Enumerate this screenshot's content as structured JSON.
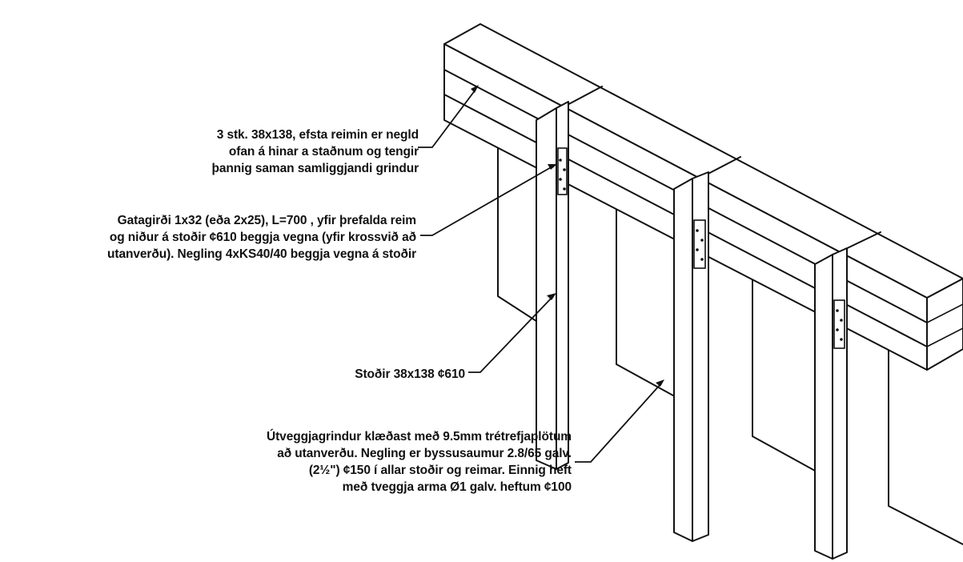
{
  "labels": {
    "top_plates": {
      "line1": "3 stk. 38x138, efsta reimin er negld",
      "line2": "ofan á hinar a staðnum og tengir",
      "line3": "þannig saman samliggjandi grindur"
    },
    "gusset": {
      "line1": "Gatagirði 1x32 (eða 2x25), L=700 , yfir þrefalda reim",
      "line2": "og niður á stoðir ¢610 beggja vegna (yfir krossvið að",
      "line3": "utanverðu). Negling 4xKS40/40 beggja vegna á stoðir"
    },
    "studs": {
      "line1": "Stoðir 38x138 ¢610"
    },
    "sheathing": {
      "line1": "Útveggjagrindur klæðast með 9.5mm trétrefjaplötum",
      "line2": "að utanverðu. Negling er byssusaumur 2.8/65 galv.",
      "line3": "(2½\") ¢150 í allar stoðir og reimar. Einnig heft",
      "line4": "með tveggja arma Ø1 galv. heftum ¢100"
    }
  }
}
